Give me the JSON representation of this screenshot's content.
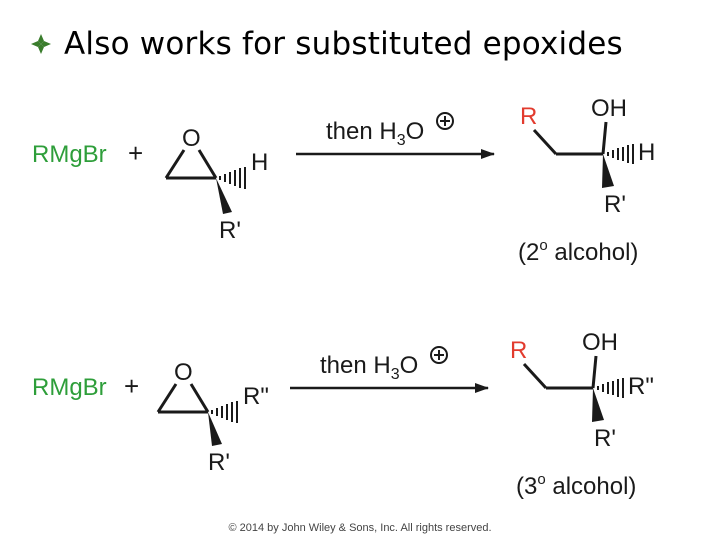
{
  "bullet": {
    "icon": "diamond-bullet-icon",
    "text": "Also works for substituted epoxides"
  },
  "reactions": [
    {
      "reagent": "RMgBr",
      "plus": "+",
      "epoxide_o": "O",
      "epoxide_h": "H",
      "epoxide_r": "R'",
      "condition_then": "then H",
      "condition_sub": "3",
      "condition_o": "O",
      "product_r": "R",
      "product_oh": "OH",
      "product_h": "H",
      "product_rp": "R'",
      "product_label_open": "(2",
      "product_label_sup": "o",
      "product_label_close": " alcohol)"
    },
    {
      "reagent": "RMgBr",
      "plus": "+",
      "epoxide_o": "O",
      "epoxide_h": "R\"",
      "epoxide_r": "R'",
      "condition_then": "then H",
      "condition_sub": "3",
      "condition_o": "O",
      "product_r": "R",
      "product_oh": "OH",
      "product_h": "R\"",
      "product_rp": "R'",
      "product_label_open": "(3",
      "product_label_sup": "o",
      "product_label_close": " alcohol)"
    }
  ],
  "footer": {
    "copyright": "© 2014 by John Wiley & Sons, Inc. All rights reserved."
  },
  "colors": {
    "reagent_green": "#2e9e3a",
    "product_r_red": "#e23b2e",
    "bullet_green": "#3a7d2c"
  }
}
